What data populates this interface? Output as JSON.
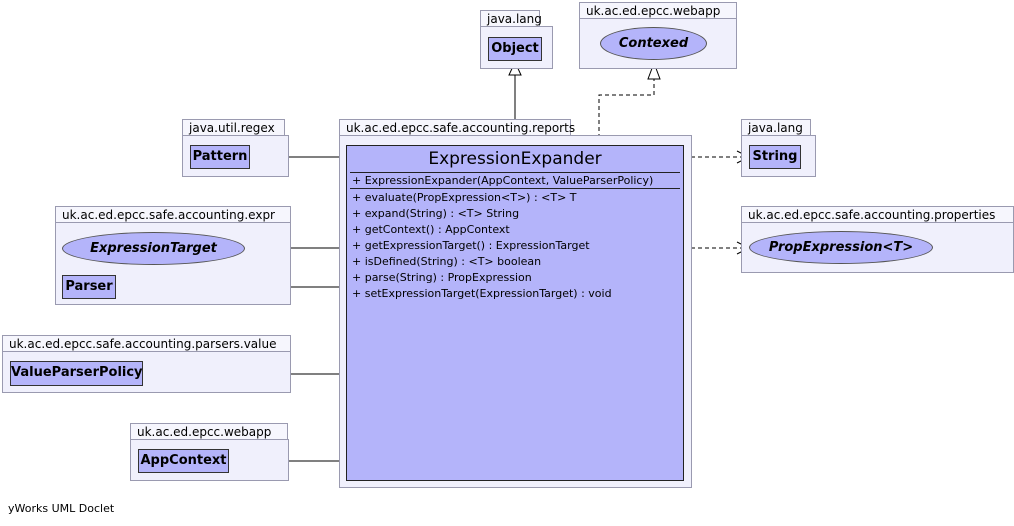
{
  "packages": {
    "java_lang_top": "java.lang",
    "webapp_top": "uk.ac.ed.epcc.webapp",
    "util_regex": "java.util.regex",
    "reports": "uk.ac.ed.epcc.safe.accounting.reports",
    "java_lang_right": "java.lang",
    "expr": "uk.ac.ed.epcc.safe.accounting.expr",
    "properties": "uk.ac.ed.epcc.safe.accounting.properties",
    "parsers_value": "uk.ac.ed.epcc.safe.accounting.parsers.value",
    "webapp_bottom": "uk.ac.ed.epcc.webapp"
  },
  "classes": {
    "object": "Object",
    "contexed": "Contexed",
    "pattern": "Pattern",
    "string": "String",
    "expression_target": "ExpressionTarget",
    "prop_expression": "PropExpression<T>",
    "parser": "Parser",
    "value_parser_policy": "ValueParserPolicy",
    "app_context": "AppContext"
  },
  "main_class": {
    "name": "ExpressionExpander",
    "constructors": [
      "+  ExpressionExpander(AppContext, ValueParserPolicy)"
    ],
    "methods": [
      "+  evaluate(PropExpression<T>) :  <T> T",
      "+  expand(String) :  <T> String",
      "+  getContext() : AppContext",
      "+  getExpressionTarget() : ExpressionTarget",
      "+  isDefined(String) :  <T> boolean",
      "+  parse(String) : PropExpression",
      "+  setExpressionTarget(ExpressionTarget) : void"
    ]
  },
  "footer": "yWorks UML Doclet"
}
